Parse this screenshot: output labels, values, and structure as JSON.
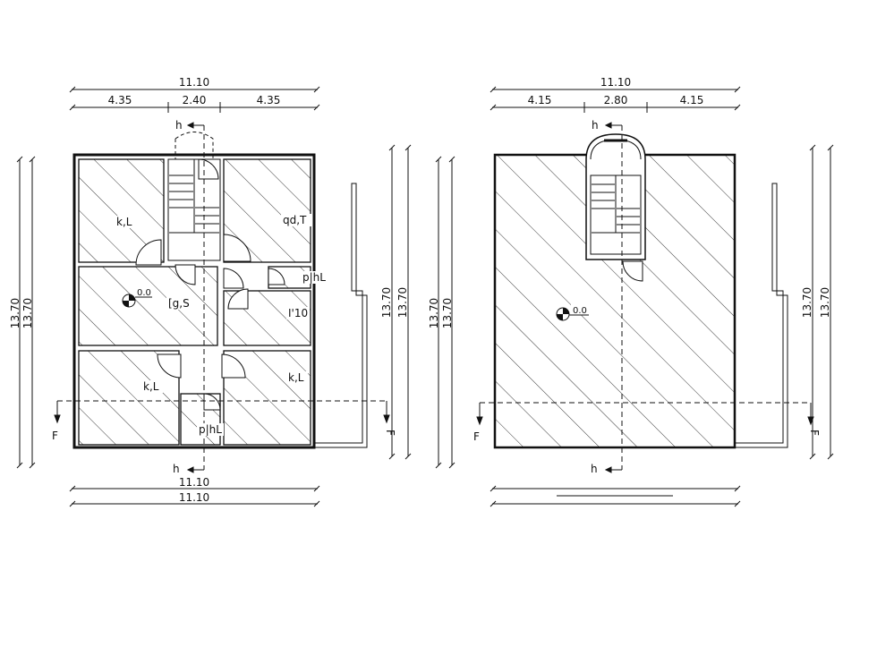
{
  "left_plan": {
    "dims_top": {
      "overall": "11.10",
      "segments": [
        "4.35",
        "2.40",
        "4.35"
      ]
    },
    "dims_bottom": [
      "11.10",
      "11.10"
    ],
    "dims_side": [
      "13.70",
      "13.70",
      "13.70",
      "13.70"
    ],
    "rooms": [
      "k,L",
      "qd,T",
      "[g,S",
      "p|hL",
      "I'10",
      "k,L",
      "k,L",
      "p|hL"
    ],
    "level": "0.0",
    "section_h": [
      "h",
      "h"
    ],
    "section_f": [
      "F",
      "F"
    ]
  },
  "right_plan": {
    "dims_top": {
      "overall": "11.10",
      "segments": [
        "4.15",
        "2.80",
        "4.15"
      ]
    },
    "dims_side": [
      "13.70",
      "13.70",
      "13.70",
      "13.70"
    ],
    "level": "0.0",
    "section_h": [
      "h",
      "h"
    ],
    "section_f": [
      "F",
      "F"
    ]
  },
  "colors": {
    "ink": "#111111",
    "hatch": "#222222",
    "background": "#ffffff"
  }
}
